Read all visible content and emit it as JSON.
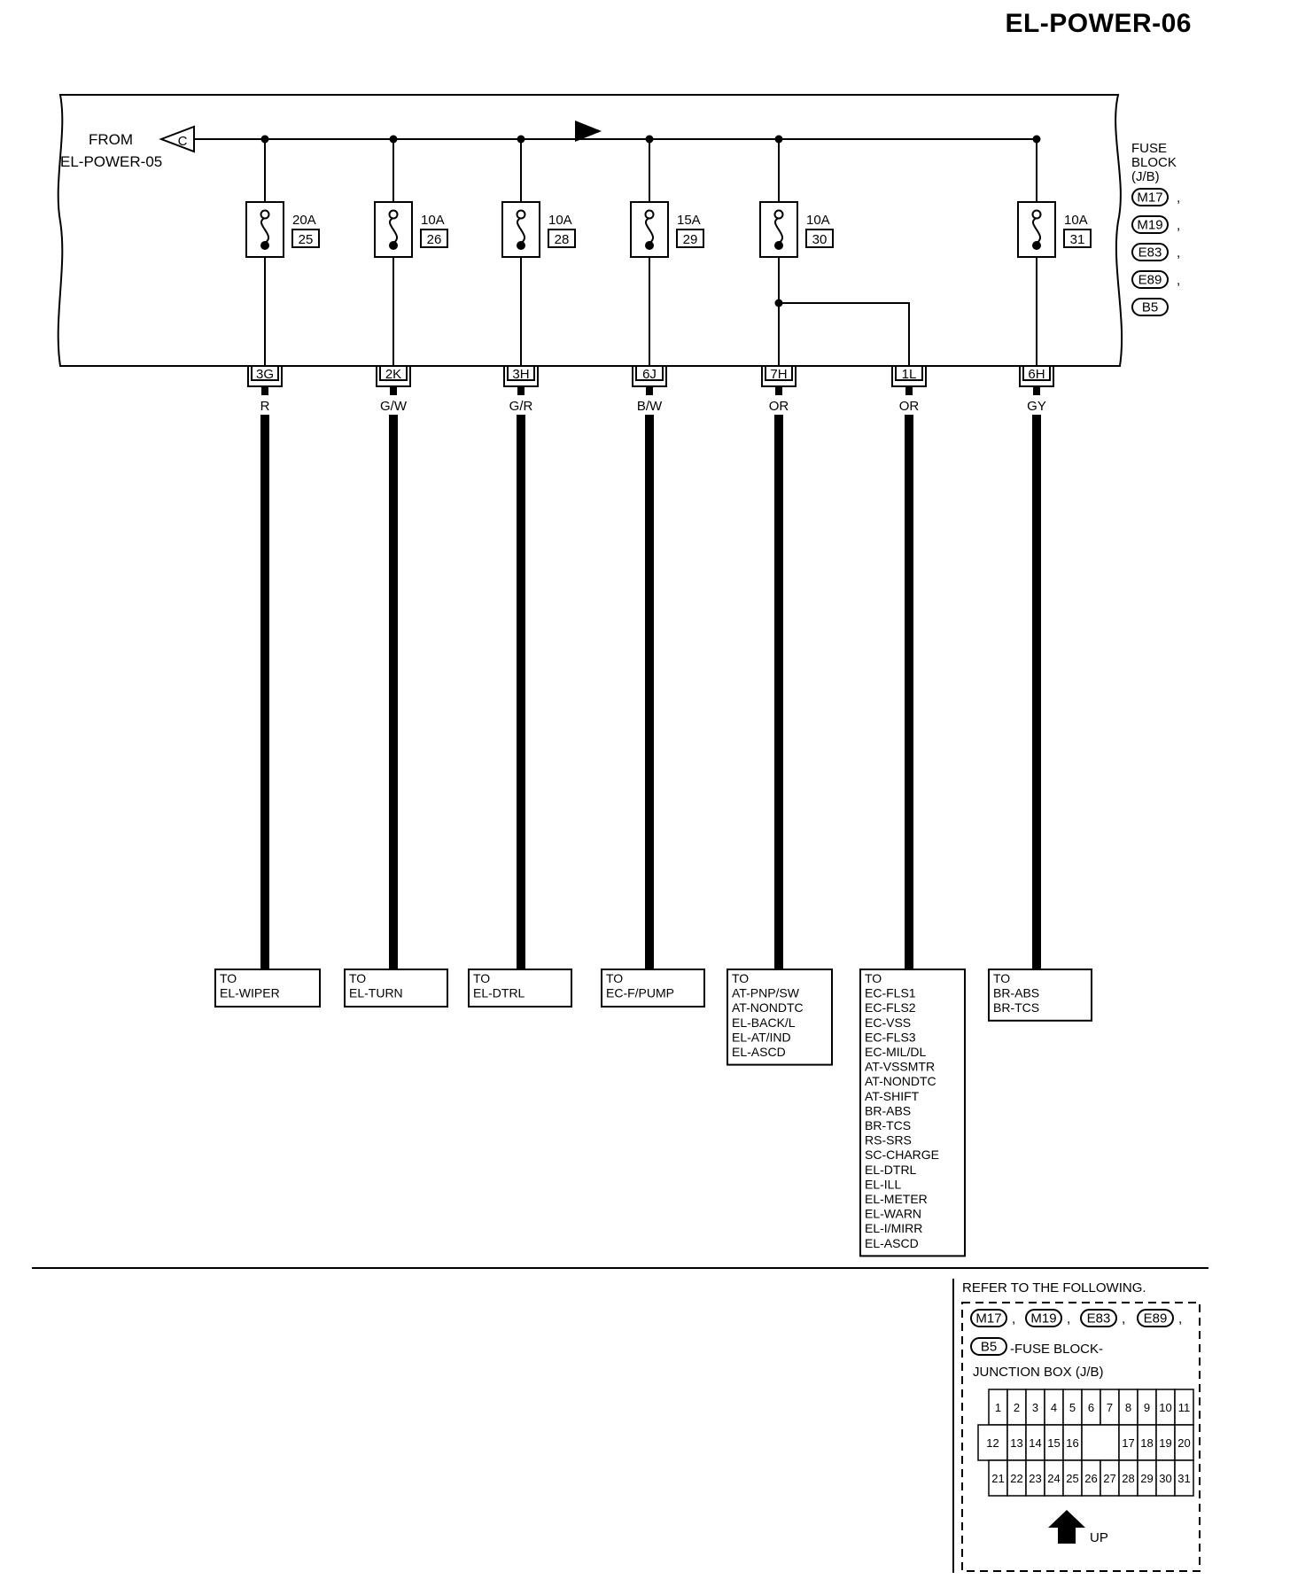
{
  "page_title": "EL-POWER-06",
  "source": {
    "from_label": "FROM",
    "from_page": "EL-POWER-05",
    "connector_letter": "C"
  },
  "fuse_block": {
    "label_lines": [
      "FUSE",
      "BLOCK",
      "(J/B)"
    ],
    "connectors": [
      "M17",
      "M19",
      "E83",
      "E89",
      "B5"
    ]
  },
  "fuses": [
    {
      "rating": "20A",
      "number": "25"
    },
    {
      "rating": "10A",
      "number": "26"
    },
    {
      "rating": "10A",
      "number": "28"
    },
    {
      "rating": "15A",
      "number": "29"
    },
    {
      "rating": "10A",
      "number": "30"
    },
    {
      "rating": "10A",
      "number": "31"
    }
  ],
  "terminals": [
    {
      "terminal": "3G",
      "wire_color": "R",
      "destinations": [
        "TO",
        "EL-WIPER"
      ]
    },
    {
      "terminal": "2K",
      "wire_color": "G/W",
      "destinations": [
        "TO",
        "EL-TURN"
      ]
    },
    {
      "terminal": "3H",
      "wire_color": "G/R",
      "destinations": [
        "TO",
        "EL-DTRL"
      ]
    },
    {
      "terminal": "6J",
      "wire_color": "B/W",
      "destinations": [
        "TO",
        "EC-F/PUMP"
      ]
    },
    {
      "terminal": "7H",
      "wire_color": "OR",
      "destinations": [
        "TO",
        "AT-PNP/SW",
        "AT-NONDTC",
        "EL-BACK/L",
        "EL-AT/IND",
        "EL-ASCD"
      ]
    },
    {
      "terminal": "1L",
      "wire_color": "OR",
      "destinations": [
        "TO",
        "EC-FLS1",
        "EC-FLS2",
        "EC-VSS",
        "EC-FLS3",
        "EC-MIL/DL",
        "AT-VSSMTR",
        "AT-NONDTC",
        "AT-SHIFT",
        "BR-ABS",
        "BR-TCS",
        "RS-SRS",
        "SC-CHARGE",
        "EL-DTRL",
        "EL-ILL",
        "EL-METER",
        "EL-WARN",
        "EL-I/MIRR",
        "EL-ASCD"
      ]
    },
    {
      "terminal": "6H",
      "wire_color": "GY",
      "destinations": [
        "TO",
        "BR-ABS",
        "BR-TCS"
      ]
    }
  ],
  "reference": {
    "heading": "REFER TO THE FOLLOWING.",
    "connectors": [
      "M17",
      "M19",
      "E83",
      "E89",
      "B5"
    ],
    "description_line1": "-FUSE BLOCK-",
    "description_line2": "JUNCTION BOX (J/B)",
    "grid_rows": [
      [
        "1",
        "2",
        "3",
        "4",
        "5",
        "6",
        "7",
        "8",
        "9",
        "10",
        "11"
      ],
      [
        "12",
        "13",
        "14",
        "15",
        "16",
        "",
        "17",
        "18",
        "19",
        "20"
      ],
      [
        "21",
        "22",
        "23",
        "24",
        "25",
        "26",
        "27",
        "28",
        "29",
        "30",
        "31"
      ]
    ],
    "up_label": "UP"
  }
}
